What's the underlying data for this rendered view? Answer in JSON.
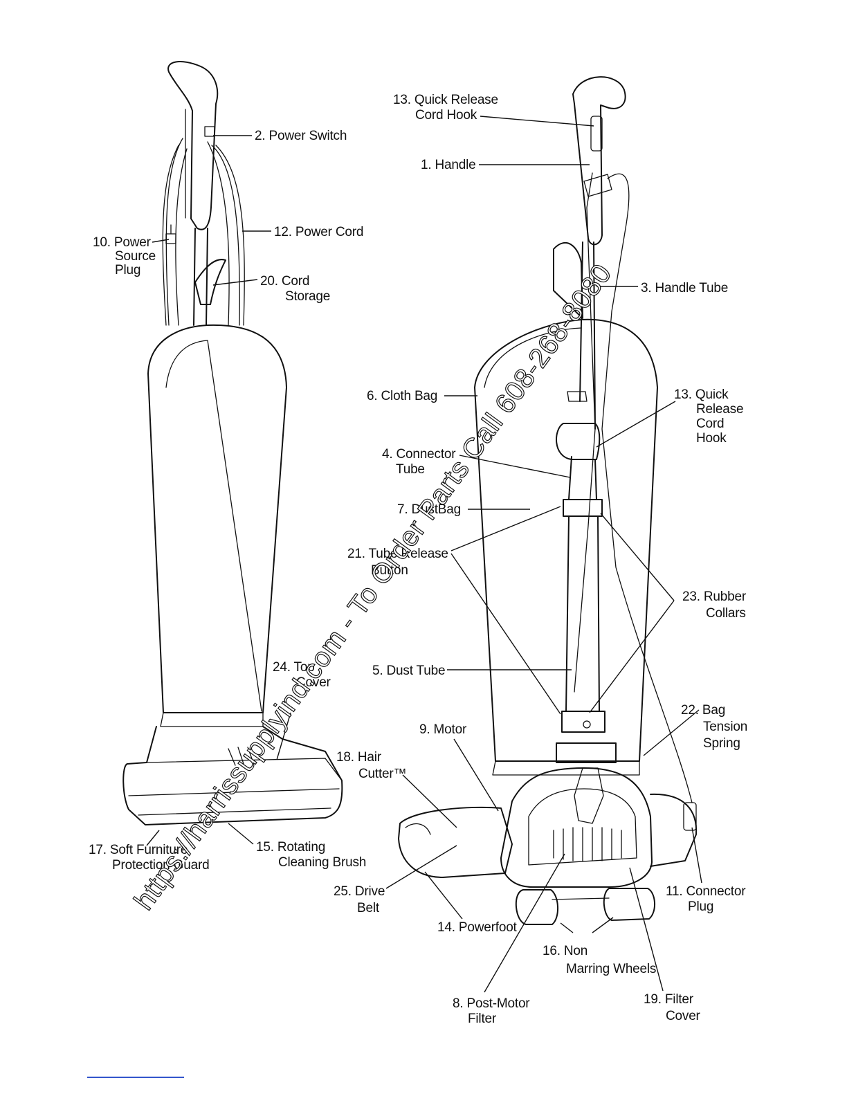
{
  "diagram": {
    "left_labels": [
      {
        "id": "power-switch",
        "lines": [
          "2. Power Switch"
        ]
      },
      {
        "id": "power-source-plug",
        "lines": [
          "10. Power",
          "Source",
          "Plug"
        ]
      },
      {
        "id": "power-cord",
        "lines": [
          "12. Power Cord"
        ]
      },
      {
        "id": "cord-storage",
        "lines": [
          "20. Cord",
          "Storage"
        ]
      },
      {
        "id": "top-cover",
        "lines": [
          "24. Top",
          "Cover"
        ]
      },
      {
        "id": "soft-furniture-guard",
        "lines": [
          "17. Soft Furniture",
          "Protection Guard"
        ]
      },
      {
        "id": "rotating-brush",
        "lines": [
          "15. Rotating",
          "Cleaning Brush"
        ]
      }
    ],
    "right_labels": [
      {
        "id": "quick-release-hook-top",
        "lines": [
          "13. Quick Release",
          "Cord Hook"
        ]
      },
      {
        "id": "handle",
        "lines": [
          "1. Handle"
        ]
      },
      {
        "id": "handle-tube",
        "lines": [
          "3. Handle Tube"
        ]
      },
      {
        "id": "cloth-bag",
        "lines": [
          "6. Cloth Bag"
        ]
      },
      {
        "id": "quick-release-hook-mid",
        "lines": [
          "13. Quick",
          "Release",
          "Cord",
          "Hook"
        ]
      },
      {
        "id": "connector-tube",
        "lines": [
          "4. Connector",
          "Tube"
        ]
      },
      {
        "id": "dust-bag",
        "lines": [
          "7. DustBag"
        ]
      },
      {
        "id": "tube-release-button",
        "lines": [
          "21. Tube Release",
          "Button"
        ]
      },
      {
        "id": "rubber-collars",
        "lines": [
          "23. Rubber",
          "Collars"
        ]
      },
      {
        "id": "dust-tube",
        "lines": [
          "5. Dust Tube"
        ]
      },
      {
        "id": "bag-tension-spring",
        "lines": [
          "22. Bag",
          "Tension",
          "Spring"
        ]
      },
      {
        "id": "motor",
        "lines": [
          "9. Motor"
        ]
      },
      {
        "id": "hair-cutter",
        "lines": [
          "18. Hair",
          "Cutter™"
        ]
      },
      {
        "id": "drive-belt",
        "lines": [
          "25. Drive",
          "Belt"
        ]
      },
      {
        "id": "powerfoot",
        "lines": [
          "14. Powerfoot"
        ]
      },
      {
        "id": "connector-plug",
        "lines": [
          "11. Connector",
          "Plug"
        ]
      },
      {
        "id": "non-marring-wheels",
        "lines": [
          "16. Non",
          "Marring Wheels"
        ]
      },
      {
        "id": "post-motor-filter",
        "lines": [
          "8. Post-Motor",
          "Filter"
        ]
      },
      {
        "id": "filter-cover",
        "lines": [
          "19. Filter",
          "Cover"
        ]
      }
    ],
    "watermark": "https://harrissupplyind.com - To Order Parts Call 608-268-8080"
  }
}
